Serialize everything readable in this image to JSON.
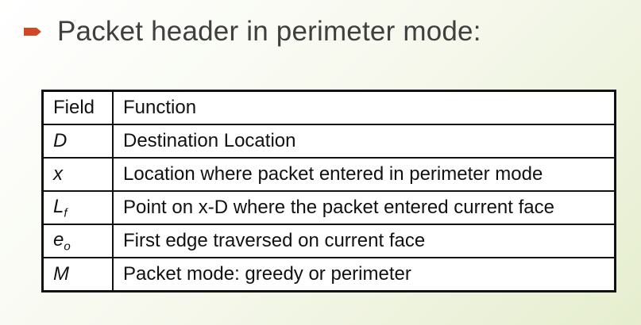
{
  "slide": {
    "bullet_icon": "arrow-bullet-icon",
    "accent_color": "#d24726",
    "title": "Packet header in perimeter mode:"
  },
  "table": {
    "headers": {
      "field": "Field",
      "function": "Function"
    },
    "rows": [
      {
        "field_main": "D",
        "field_sub": "",
        "function": "Destination Location"
      },
      {
        "field_main": "x",
        "field_sub": "",
        "function": "Location where packet entered in perimeter mode"
      },
      {
        "field_main": "L",
        "field_sub": "f",
        "function": "Point on x-D where the packet entered current face"
      },
      {
        "field_main": "e",
        "field_sub": "o",
        "function": "First edge traversed on current face"
      },
      {
        "field_main": "M",
        "field_sub": "",
        "function": "Packet mode: greedy or perimeter"
      }
    ]
  }
}
